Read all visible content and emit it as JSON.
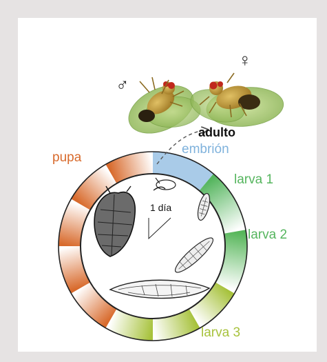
{
  "stages": {
    "adult": "adulto",
    "embryo": "embrión",
    "larva1": "larva 1",
    "larva2": "larva 2",
    "larva3": "larva 3",
    "pupa": "pupa"
  },
  "time_scale": "1 día",
  "symbols": {
    "male": "♂",
    "female": "♀"
  },
  "colors": {
    "embryo": "#a9cbe8",
    "larva1": "#55b55e",
    "larva2": "#57b65a",
    "larva3": "#a7c23c",
    "pupa": "#d86a2c",
    "fly_body": "#c8a23a",
    "fly_wing": "#9fc46a"
  },
  "icons": [
    "male-fly-icon",
    "female-fly-icon",
    "embryo-icon",
    "larva-1-icon",
    "larva-2-icon",
    "larva-3-icon",
    "pupa-icon"
  ]
}
